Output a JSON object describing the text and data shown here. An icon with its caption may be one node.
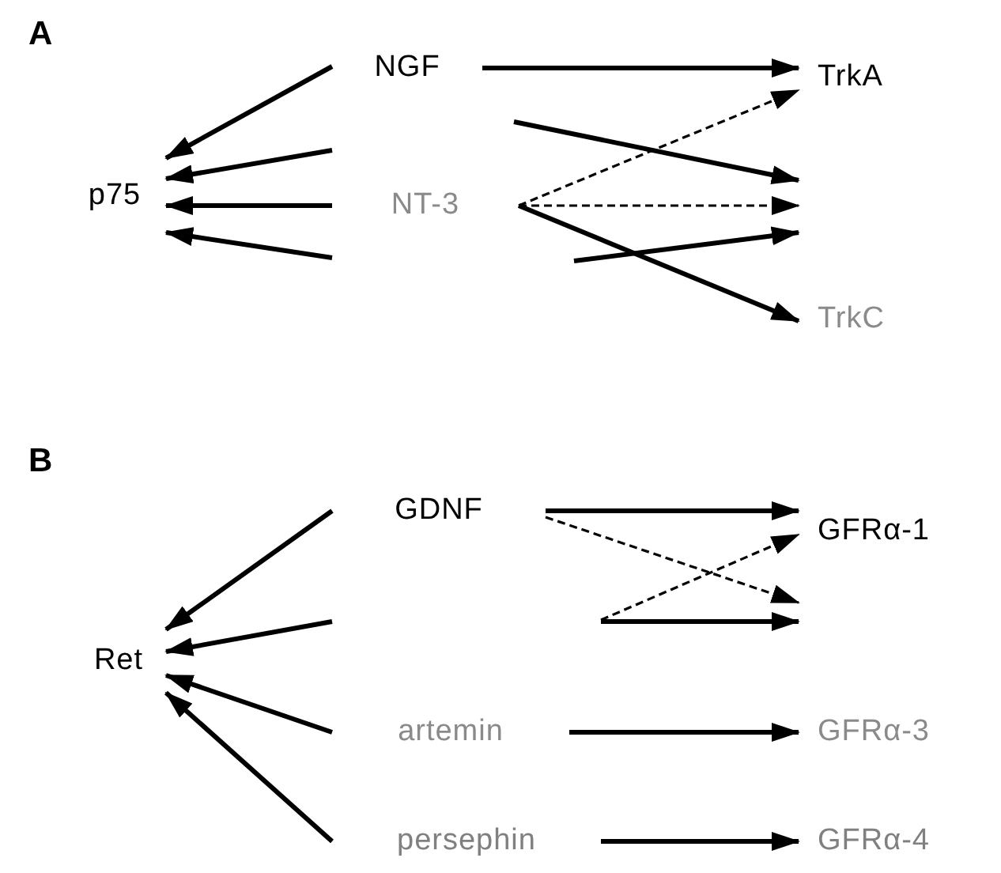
{
  "diagram": {
    "nodes": [
      {
        "text": [
          "NGF"
        ]
      },
      {
        "text": [
          "TrkA"
        ]
      },
      {
        "text": [
          "p75"
        ]
      },
      {
        "text": [
          "NT-3"
        ]
      },
      {
        "text": [
          "TrkC"
        ]
      },
      {
        "text": [
          "GDNF"
        ]
      },
      {
        "text": [
          "GFRα-1"
        ]
      },
      {
        "text": [
          "Ret"
        ]
      },
      {
        "text": [
          "artemin"
        ]
      },
      {
        "text": [
          "GFRα-3"
        ]
      },
      {
        "text": [
          "persephin"
        ]
      },
      {
        "text": [
          "GFRα-4"
        ]
      }
    ],
    "edges": [
      {
        "from": 0,
        "to": 2,
        "arrow": "to"
      },
      {
        "from": 0,
        "to": 1,
        "arrow": "to"
      },
      {
        "from": null,
        "to": 2,
        "arrow": "to"
      },
      {
        "from": 3,
        "to": 2,
        "arrow": "to"
      },
      {
        "from": 3,
        "to": 1,
        "arrow": "to",
        "style": "dashed"
      },
      {
        "from": 3,
        "to": null,
        "arrow": "to",
        "style": "dashed"
      },
      {
        "from": 3,
        "to": 4,
        "arrow": "to"
      },
      {
        "from": null,
        "to": 2,
        "arrow": "to"
      },
      {
        "from": 5,
        "to": 7,
        "arrow": "to"
      },
      {
        "from": 5,
        "to": 6,
        "arrow": "to"
      },
      {
        "from": 5,
        "to": null,
        "arrow": "to",
        "style": "dashed"
      },
      {
        "from": null,
        "to": 7,
        "arrow": "to"
      },
      {
        "from": null,
        "to": 6,
        "arrow": "to",
        "style": "dashed"
      },
      {
        "from": 8,
        "to": 7,
        "arrow": "to"
      },
      {
        "from": 8,
        "to": 9,
        "arrow": "to"
      },
      {
        "from": 10,
        "to": 7,
        "arrow": "to"
      },
      {
        "from": 10,
        "to": 11,
        "arrow": "to"
      }
    ],
    "labels": [
      "A",
      "B"
    ]
  }
}
